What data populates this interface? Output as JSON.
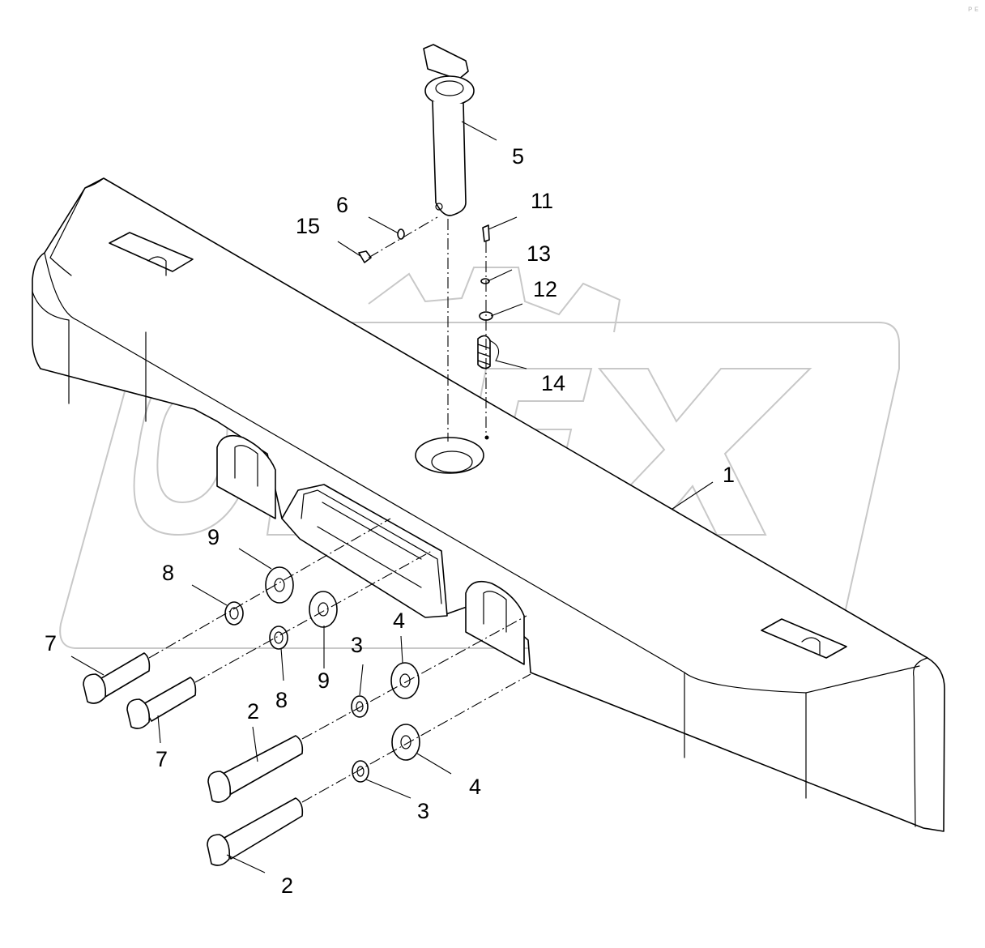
{
  "diagram": {
    "watermark": "OPEX",
    "callouts": {
      "c1": "1",
      "c2a": "2",
      "c2b": "2",
      "c3a": "3",
      "c3b": "3",
      "c4a": "4",
      "c4b": "4",
      "c5": "5",
      "c6": "6",
      "c7a": "7",
      "c7b": "7",
      "c8a": "8",
      "c8b": "8",
      "c9a": "9",
      "c9b": "9",
      "c11": "11",
      "c12": "12",
      "c13": "13",
      "c14": "14",
      "c15": "15"
    }
  }
}
